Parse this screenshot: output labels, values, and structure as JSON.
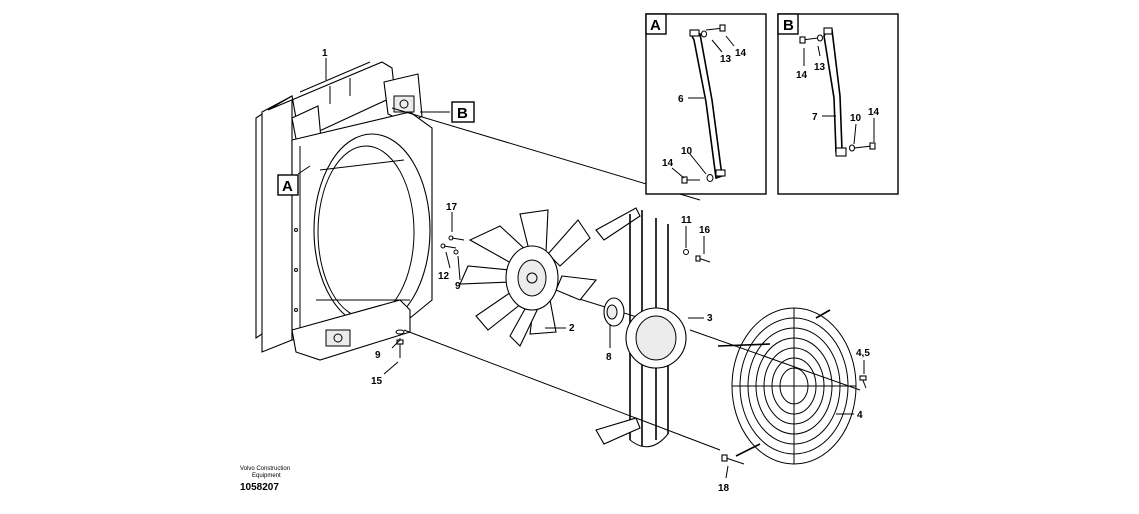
{
  "callouts": {
    "main": {
      "c1": "1",
      "c2": "2",
      "c3": "3",
      "c4": "4",
      "c45": "4,5",
      "c8": "8",
      "c9a": "9",
      "c9b": "9",
      "c11": "11",
      "c12": "12",
      "c15": "15",
      "c16": "16",
      "c17": "17",
      "c18": "18"
    },
    "detailA": {
      "c14a": "14",
      "c13": "13",
      "c6": "6",
      "c10": "10",
      "c14b": "14"
    },
    "detailB": {
      "c13": "13",
      "c14a": "14",
      "c7": "7",
      "c10": "10",
      "c14b": "14"
    }
  },
  "markers": {
    "a_main": "A",
    "b_main": "B",
    "a_detail": "A",
    "b_detail": "B"
  },
  "footer": {
    "line1": "Volvo Construction",
    "line2": "Equipment",
    "doc_number": "1058207"
  }
}
